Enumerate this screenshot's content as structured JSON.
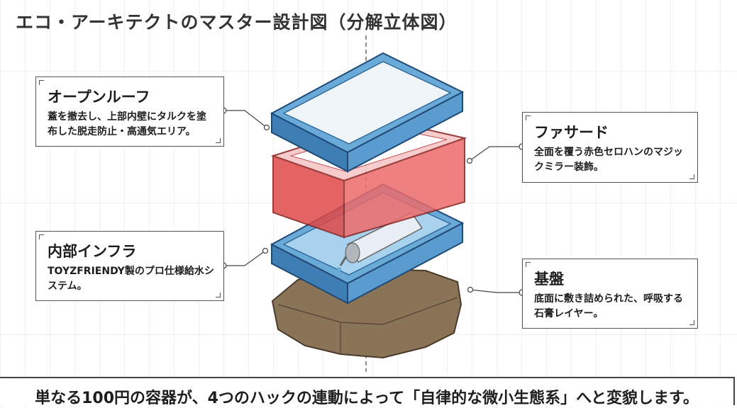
{
  "title": "エコ・アーキテクトのマスター設計図（分解立体図）",
  "callouts": [
    {
      "heading": "オープンルーフ",
      "body": "蓋を撤去し、上部内壁にタルクを塗布した脱走防止・高通気エリア。"
    },
    {
      "heading": "内部インフラ",
      "body": "TOYZFRIENDY製のプロ仕様給水システム。"
    },
    {
      "heading": "ファサード",
      "body": "全面を覆う赤色セロハンのマジックミラー装飾。"
    },
    {
      "heading": "基盤",
      "body": "底面に敷き詰められた、呼吸する石膏レイヤー。"
    }
  ],
  "banner": "単なる100円の容器が、4つのハックの連動によって「自律的な微小生態系」へと変貌します。",
  "colors": {
    "tray": "#4f8fc4",
    "facade": "#e04848",
    "stone": "#8a7458"
  }
}
